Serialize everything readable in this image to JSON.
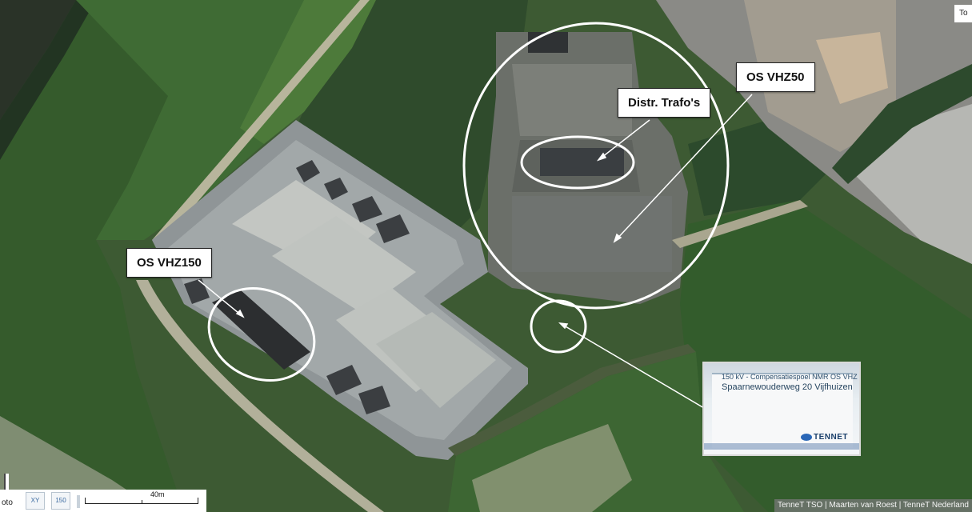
{
  "map": {
    "base_color": "#35502f",
    "highlight_color": "#ffffff"
  },
  "callouts": {
    "os_vhz150": "OS VHZ150",
    "distr_trafos": "Distr. Trafo's",
    "os_vhz50": "OS VHZ50"
  },
  "top_right_tab": {
    "label": "To"
  },
  "sign": {
    "line1": "150 kV - Compensatiespoel NMR OS VHZ",
    "line2": "Spaarnewouderweg 20  Vijfhuizen",
    "logo": "TENNET"
  },
  "attribution": "TenneT TSO | Maarten van Roest | TenneT Nederland",
  "controls": {
    "layer_label": "oto",
    "tool_xy_icon": "xy-coordinate-icon",
    "tool_150_icon": "scale-150-icon",
    "scale_label": "40m"
  }
}
